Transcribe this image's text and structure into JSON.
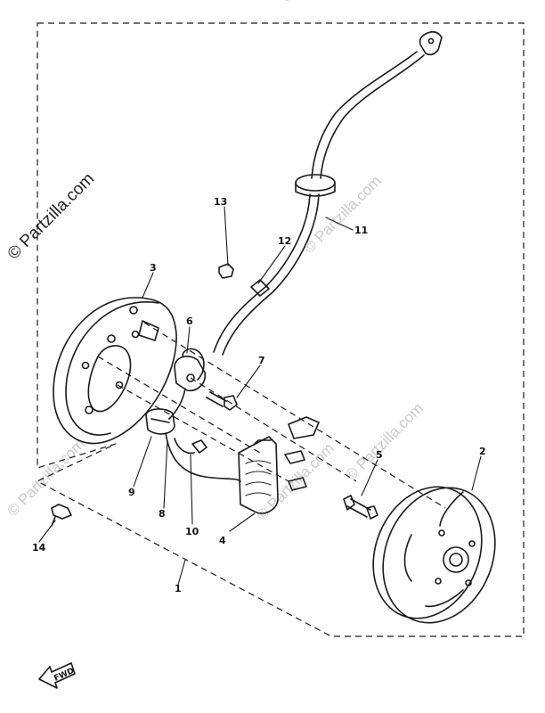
{
  "watermark": {
    "primary": "© Partzilla.com",
    "faint": "© Partzilla.com"
  },
  "callouts": {
    "c1": "1",
    "c2": "2",
    "c3": "3",
    "c4": "4",
    "c5": "5",
    "c6": "6",
    "c7": "7",
    "c8": "8",
    "c9": "9",
    "c10": "10",
    "c11": "11",
    "c12": "12",
    "c13": "13",
    "c14": "14"
  },
  "direction_arrow": {
    "label": "FWD"
  }
}
